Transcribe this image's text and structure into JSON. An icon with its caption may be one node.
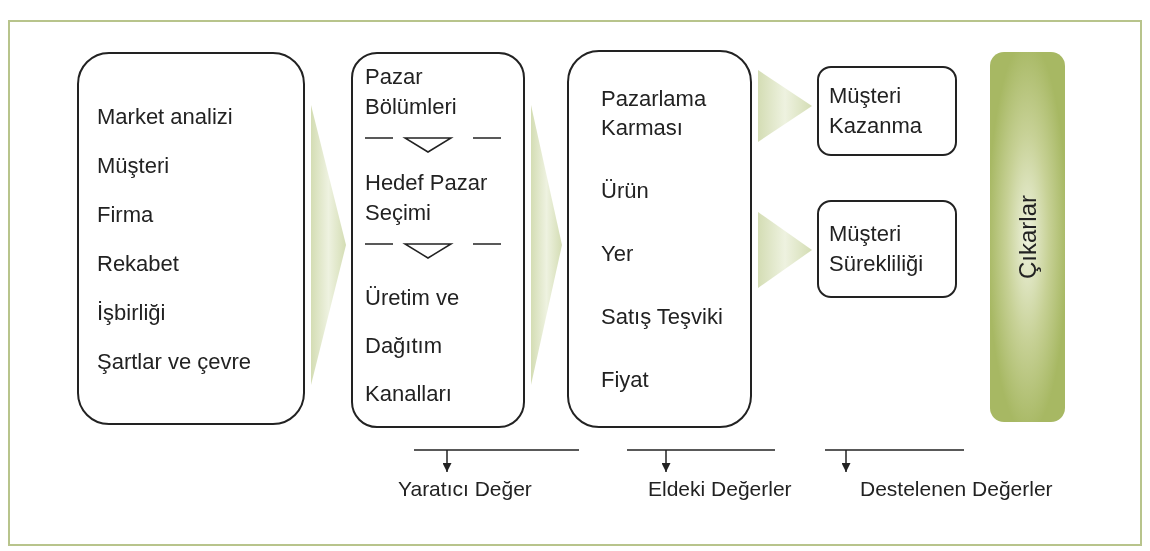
{
  "diagram": {
    "nodes": [
      {
        "text": [
          "Market analizi",
          "Müşteri",
          "Firma",
          "Rekabet",
          "İşbirliği",
          "Şartlar ve çevre"
        ]
      },
      {
        "text": [
          "Pazar Bölümleri",
          "Hedef Pazar Seçimi",
          "Üretim ve Dağıtım Kanalları"
        ]
      },
      {
        "text": [
          "Pazarlama Karması",
          "Ürün",
          "Yer",
          "Satış Teşviki",
          "Fiyat"
        ]
      },
      {
        "text": [
          "Müşteri Kazanma"
        ]
      },
      {
        "text": [
          "Müşteri Sürekliliği"
        ]
      },
      {
        "text": [
          "Çıkarlar"
        ]
      },
      {
        "text": [
          "Yaratıcı Değer"
        ]
      },
      {
        "text": [
          "Eldeki Değerler"
        ]
      },
      {
        "text": [
          "Destelenen Değerler"
        ]
      }
    ],
    "edges": [
      {
        "from": 0,
        "to": 1,
        "arrow": "to"
      },
      {
        "from": 1,
        "to": 2,
        "arrow": "to"
      },
      {
        "from": 2,
        "to": 3,
        "arrow": "to"
      },
      {
        "from": 2,
        "to": 4,
        "arrow": "to"
      },
      {
        "from": null,
        "to": 6,
        "arrow": "to"
      },
      {
        "from": null,
        "to": 7,
        "arrow": "to"
      },
      {
        "from": null,
        "to": 8,
        "arrow": "to"
      }
    ]
  }
}
